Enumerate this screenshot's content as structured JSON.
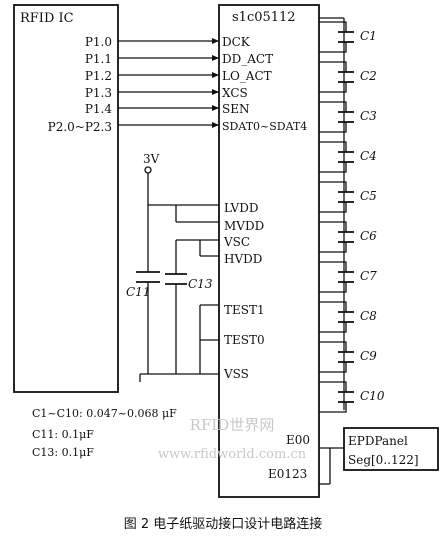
{
  "rfid_block": {
    "title": "RFID IC",
    "pins": [
      "P1.0",
      "P1.1",
      "P1.2",
      "P1.3",
      "P1.4",
      "P2.0~P2.3"
    ]
  },
  "driver_block": {
    "title": "s1c05112",
    "bus_pins": [
      "DCK",
      "DD_ACT",
      "LO_ACT",
      "XCS",
      "SEN",
      "SDAT0~SDAT4"
    ],
    "power_pins": [
      "LVDD",
      "MVDD",
      "VSC",
      "HVDD",
      "TEST1",
      "TEST0",
      "VSS"
    ],
    "output_pins": [
      "E00",
      "E0123"
    ]
  },
  "capacitors_right": [
    "C1",
    "C2",
    "C3",
    "C4",
    "C5",
    "C6",
    "C7",
    "C8",
    "C9",
    "C10"
  ],
  "capacitors_left": [
    "C11",
    "C13"
  ],
  "supply_label": "3V",
  "panel_block": {
    "line1": "EPDPanel",
    "line2": "Seg[0..122]"
  },
  "notes": [
    "C1~C10: 0.047~0.068 μF",
    "C11: 0.1μF",
    "C13: 0.1μF"
  ],
  "watermark": {
    "line1": "RFID世界网",
    "line2": "www.rfidworld.com.cn"
  },
  "caption": "图 2   电子纸驱动接口设计电路连接"
}
